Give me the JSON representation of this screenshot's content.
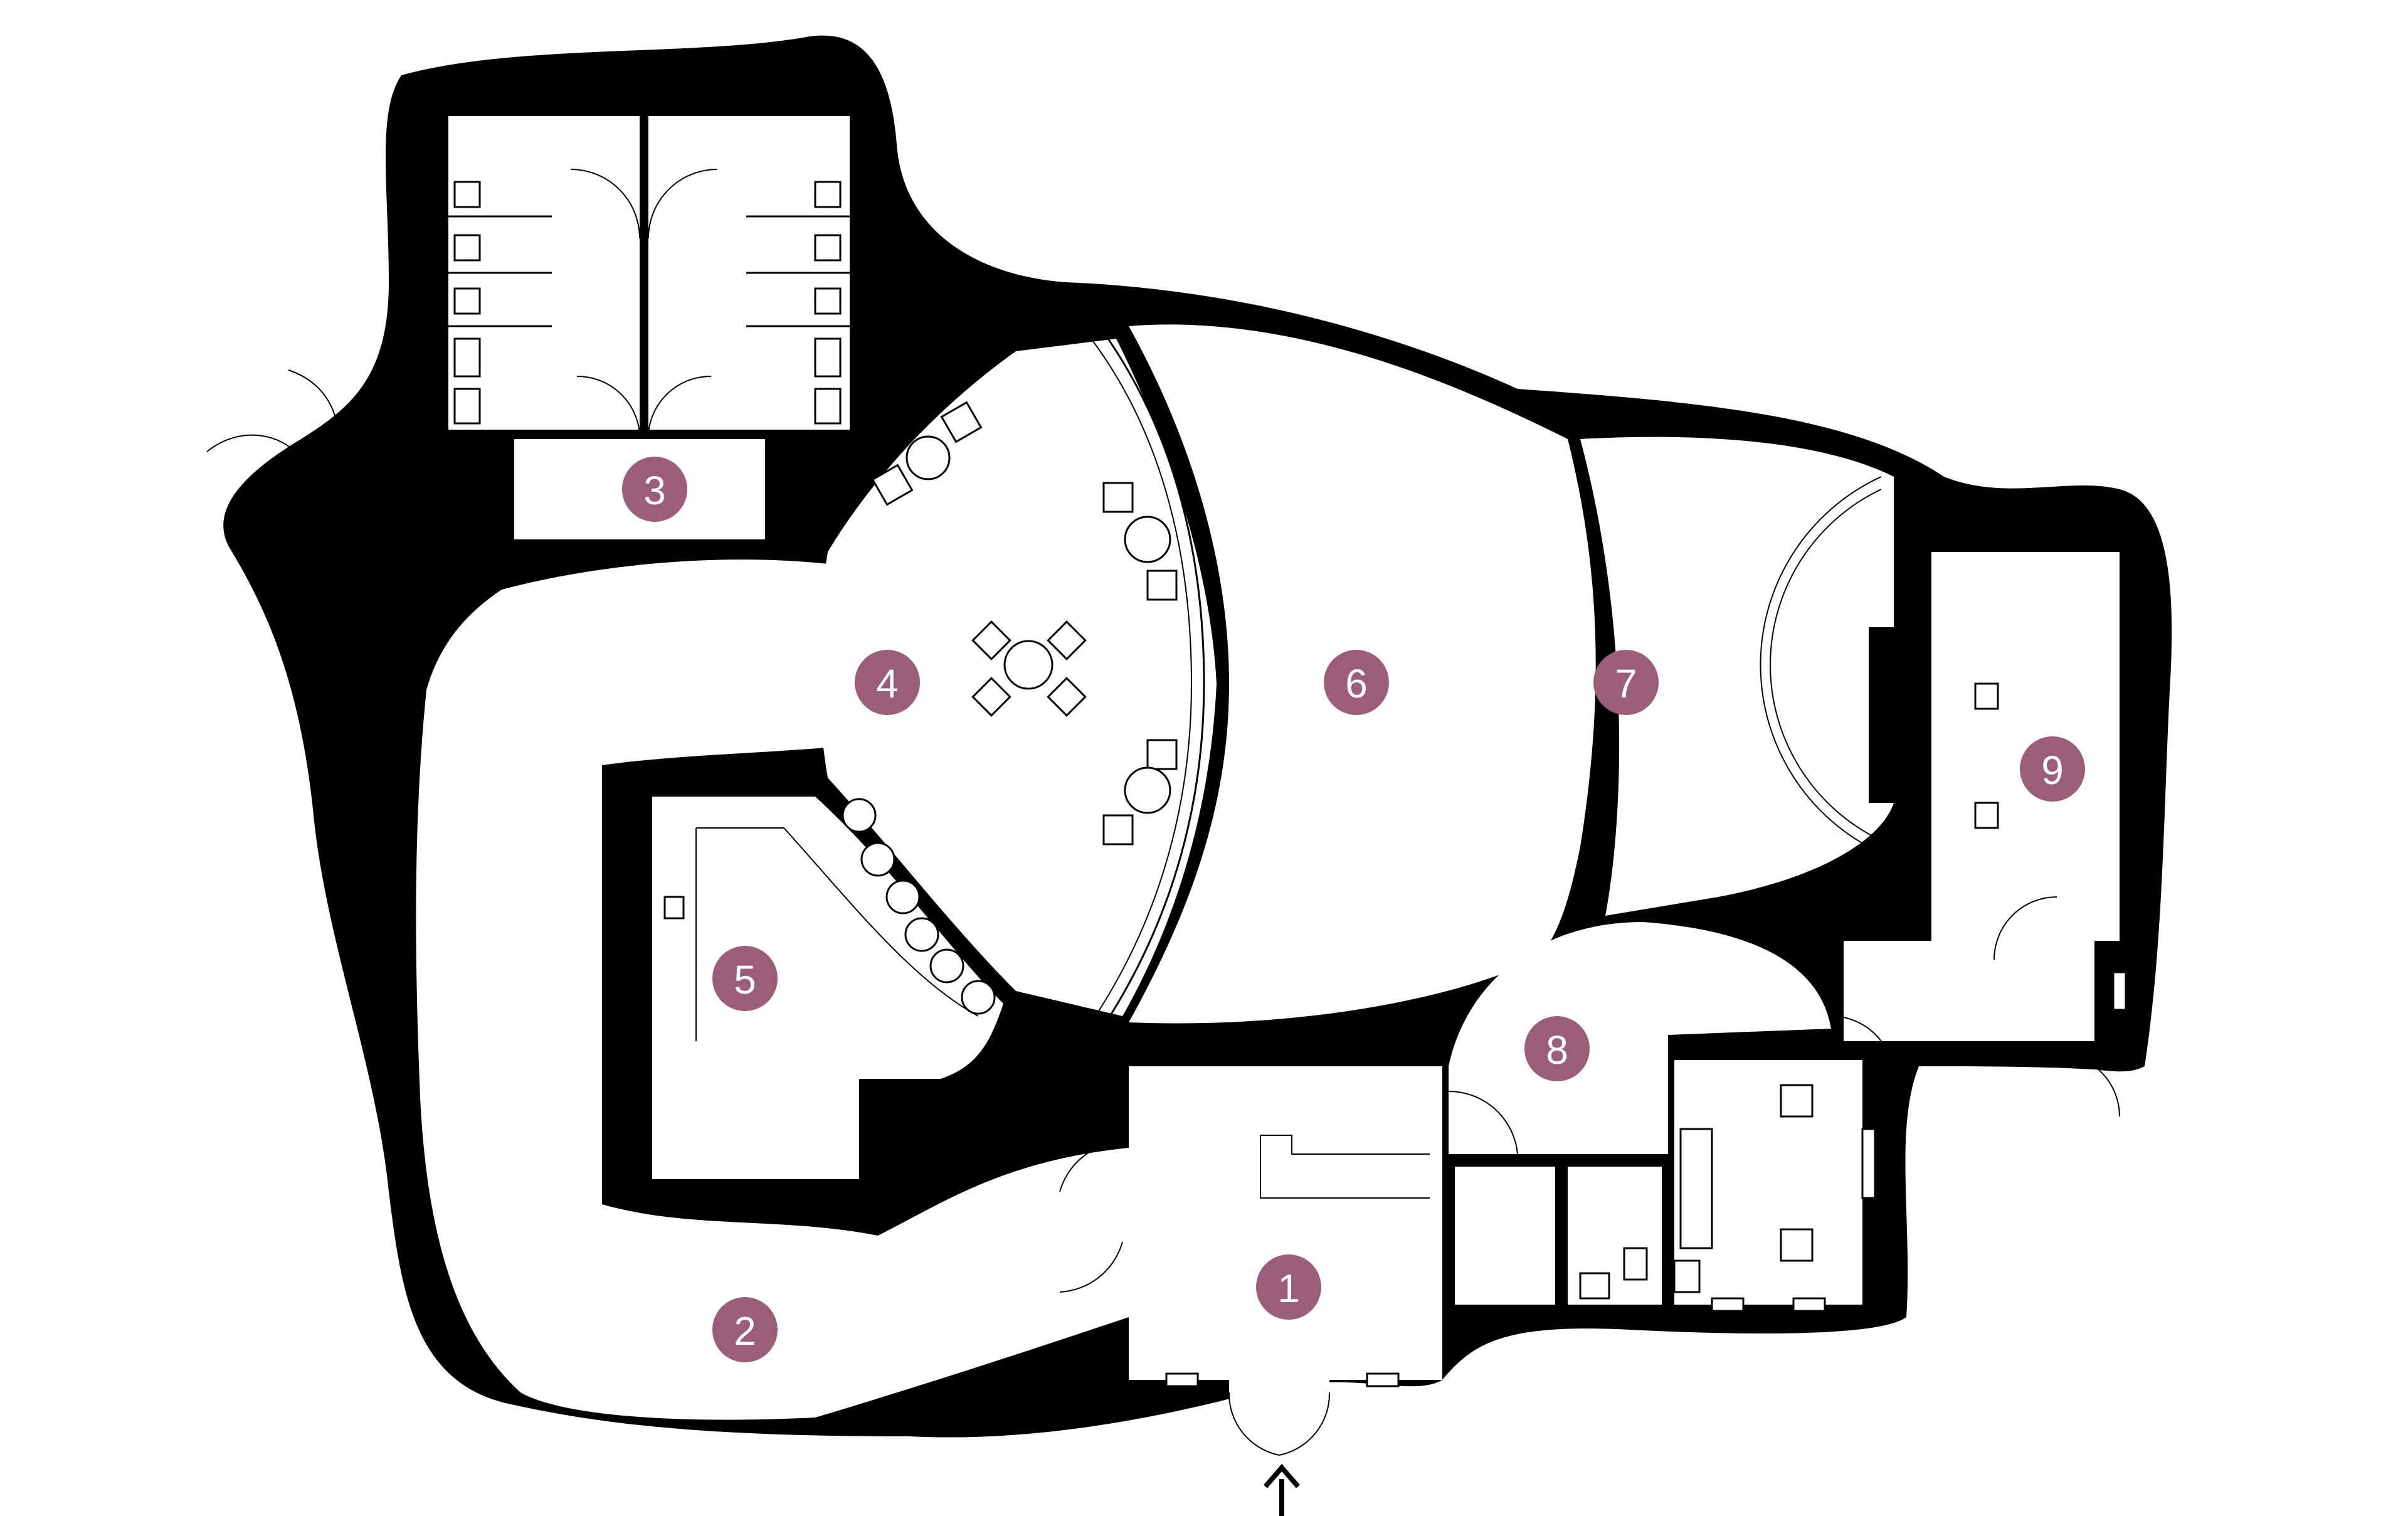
{
  "plan": {
    "marker_color": "#9a5e78",
    "wall_color": "#000000",
    "background_color": "#ffffff",
    "rooms": [
      {
        "id": "room-1",
        "label": "1"
      },
      {
        "id": "room-2",
        "label": "2"
      },
      {
        "id": "room-3",
        "label": "3"
      },
      {
        "id": "room-4",
        "label": "4"
      },
      {
        "id": "room-5",
        "label": "5"
      },
      {
        "id": "room-6",
        "label": "6"
      },
      {
        "id": "room-7",
        "label": "7"
      },
      {
        "id": "room-8",
        "label": "8"
      },
      {
        "id": "room-9",
        "label": "9"
      }
    ],
    "entrance_icon": "up-arrow-icon"
  }
}
